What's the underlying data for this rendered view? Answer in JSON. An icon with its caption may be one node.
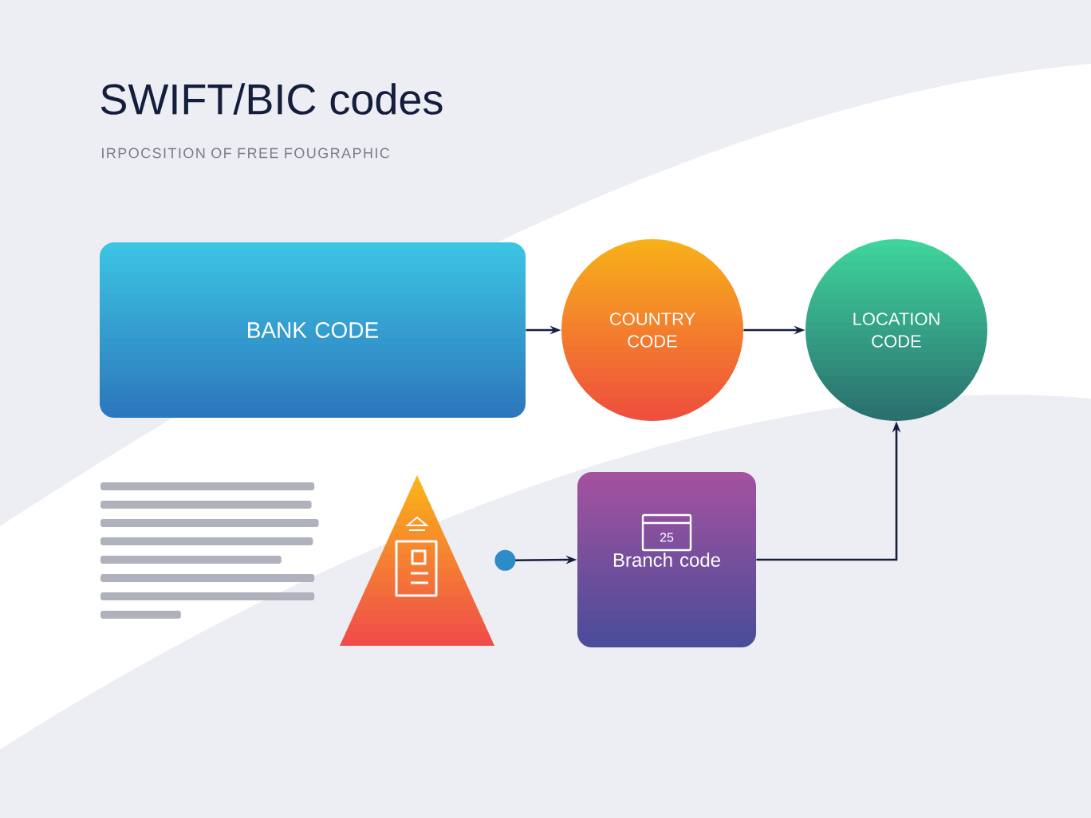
{
  "diagram": {
    "title": "SWIFT/BIC codes",
    "nodes": [
      {
        "text": [
          "BANK CODE"
        ]
      },
      {
        "text": [
          "COUNTRY CODE"
        ]
      },
      {
        "text": [
          "LOCATION CODE"
        ]
      },
      {
        "text": [],
        "shape": "picture"
      },
      {
        "text": [
          "Branch code"
        ]
      }
    ],
    "edges": [
      {
        "from": 0,
        "to": 1,
        "arrow": "to"
      },
      {
        "from": 1,
        "to": 2,
        "arrow": "to"
      },
      {
        "from": 3,
        "to": 4,
        "arrow": "to"
      },
      {
        "from": 4,
        "to": 2,
        "arrow": "to"
      }
    ],
    "labels": [
      "IRPOCSITION OF FREE FOUGRAPHIC",
      "25"
    ]
  }
}
